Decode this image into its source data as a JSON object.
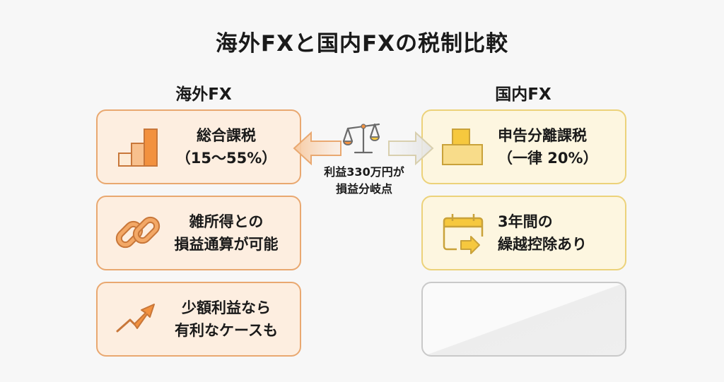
{
  "title": "海外FXと国内FXの税制比較",
  "columns": {
    "left": {
      "heading": "海外FX",
      "accent": "#e9a870",
      "cards": [
        {
          "icon": "bar-chart-icon",
          "line1": "総合課税",
          "line2": "（15〜55%）"
        },
        {
          "icon": "link-icon",
          "line1": "雑所得との",
          "line2": "損益通算が可能"
        },
        {
          "icon": "trend-up-icon",
          "line1": "少額利益なら",
          "line2": "有利なケースも"
        }
      ]
    },
    "right": {
      "heading": "国内FX",
      "accent": "#ecd27a",
      "cards": [
        {
          "icon": "flat-tier-icon",
          "line1": "申告分離課税",
          "line2": "（一律 20%）"
        },
        {
          "icon": "calendar-carryover-icon",
          "line1": "3年間の",
          "line2": "繰越控除あり"
        }
      ]
    }
  },
  "center": {
    "icon": "balance-scale-icon",
    "note_line1": "利益330万円が",
    "note_line2": "損益分岐点"
  }
}
